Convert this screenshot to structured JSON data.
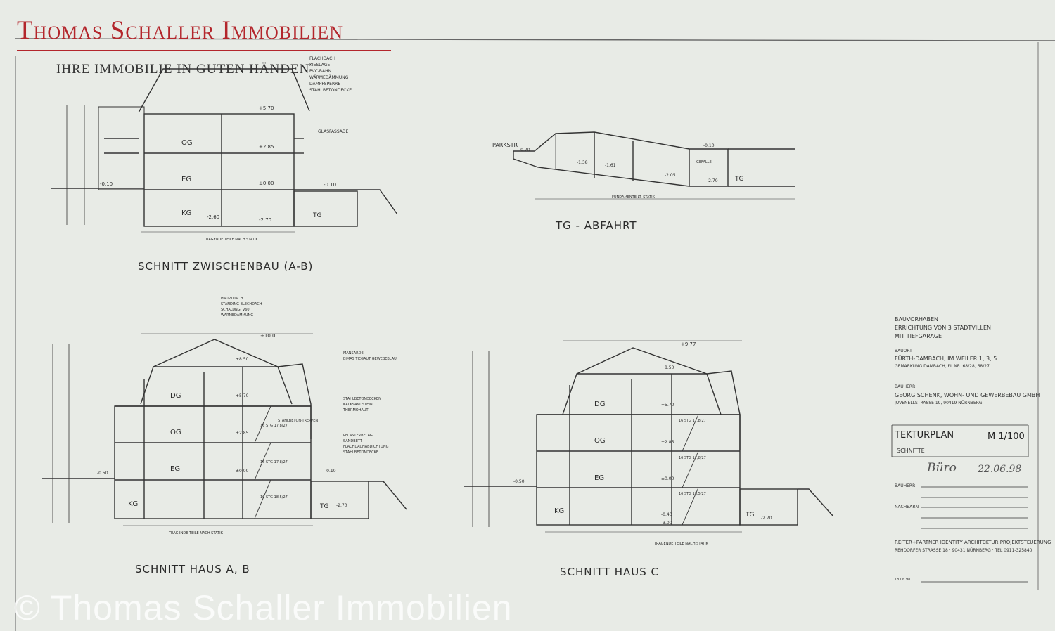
{
  "brand": {
    "title": "Thomas Schaller Immobilien",
    "tagline": "IHRE IMMOBILIE IN GUTEN HÄNDEN"
  },
  "sections": {
    "zwischenbau": {
      "title": "SCHNITT  ZWISCHENBAU (A-B)",
      "floors": [
        "OG",
        "EG",
        "KG",
        "TG"
      ],
      "notes": [
        "FLACHDACH",
        "KIESLAGE",
        "PVC-BAHN",
        "WÄRMEDÄMMUNG",
        "DAMPFSPERRE",
        "STAHLBETONDECKE",
        "GLASFASSADE"
      ],
      "levels": [
        "+5.70",
        "+2.85",
        "±0.00",
        "-0.10",
        "-2.70",
        "-0.10",
        "-2.60"
      ],
      "footer": "TRAGENDE TEILE NACH STATIK"
    },
    "abfahrt": {
      "title": "TG - ABFAHRT",
      "street": "PARKSTR",
      "labels": [
        "TG",
        "GEFÄLLE",
        "FUNDAMENTE LT. STATIK"
      ],
      "levels": [
        "-0.70",
        "-0.10",
        "-1.38",
        "-1.61",
        "-2.05",
        "-2.70"
      ]
    },
    "haus_ab": {
      "title": "SCHNITT  HAUS A, B",
      "floors": [
        "DG",
        "OG",
        "EG",
        "KG",
        "TG"
      ],
      "levels": [
        "+10.0",
        "+8.50",
        "+5.70",
        "+2.85",
        "±0.00",
        "-0.10",
        "-2.70",
        "-0.50"
      ],
      "stairs": [
        "16 STG 17,8/27",
        "16 STG 17,8/27",
        "16 STG 18,5/27"
      ],
      "notes": [
        "HAUPTDACH",
        "STANDING-BLECHDACH",
        "SCHALUNG, V60",
        "WÄRMEDÄMMUNG",
        "MANSARDE",
        "BIMAS TIEGAUT GEWEBEBLAU",
        "STAHLBETONDECKEN",
        "KALKSANDSTEIN",
        "THERMOHAUT",
        "PFLASTERBELAG",
        "SANDBETT",
        "FLACHDACHABDICHTUNG",
        "STAHLBETONDECKE",
        "STAHLBETON-TREPPEN"
      ],
      "footer": "TRAGENDE TEILE NACH STATIK"
    },
    "haus_c": {
      "title": "SCHNITT  HAUS C",
      "floors": [
        "DG",
        "OG",
        "EG",
        "KG",
        "TG"
      ],
      "levels": [
        "+9.77",
        "+8.50",
        "+5.70",
        "+2.85",
        "±0.00",
        "-0.40",
        "-3.00",
        "-0.50",
        "-2.70"
      ],
      "stairs": [
        "16 STG 17,8/27",
        "16 STG 17,8/27",
        "16 STG 18,5/27"
      ],
      "footer": "TRAGENDE TEILE NACH STATIK"
    }
  },
  "title_block": {
    "bauvorhaben_label": "BAUVORHABEN",
    "bauvorhaben": "ERRICHTUNG VON 3 STADTVILLEN",
    "bauvorhaben2": "MIT TIEFGARAGE",
    "bauort_label": "BAUORT",
    "bauort": "FÜRTH-DAMBACH, IM WEILER 1, 3, 5",
    "gemarkung": "GEMARKUNG DAMBACH, FL.NR. 68/28, 68/27",
    "bauherr_label": "BAUHERR",
    "bauherr": "GEORG SCHENK, WOHN- UND GEWERBEBAU GMBH",
    "bauherr_address": "JUVENELLSTRASSE 19, 90419 NÜRNBERG",
    "plan": "TEKTURPLAN",
    "scale": "M 1/100",
    "content": "SCHNITTE",
    "sig_text": "Büro",
    "sig_date": "22.06.98",
    "bauherr_sign": "BAUHERR",
    "nachbarn": "NACHBARN",
    "architekt": "REITER+PARTNER  IDENTITY ARCHITEKTUR  PROJEKTSTEUERUNG",
    "architekt_address": "REHDORFER STRASSE 18 · 90431 NÜRNBERG · TEL 0911-325840",
    "stamp": "18.06.98"
  },
  "watermark": "© Thomas Schaller Immobilien"
}
